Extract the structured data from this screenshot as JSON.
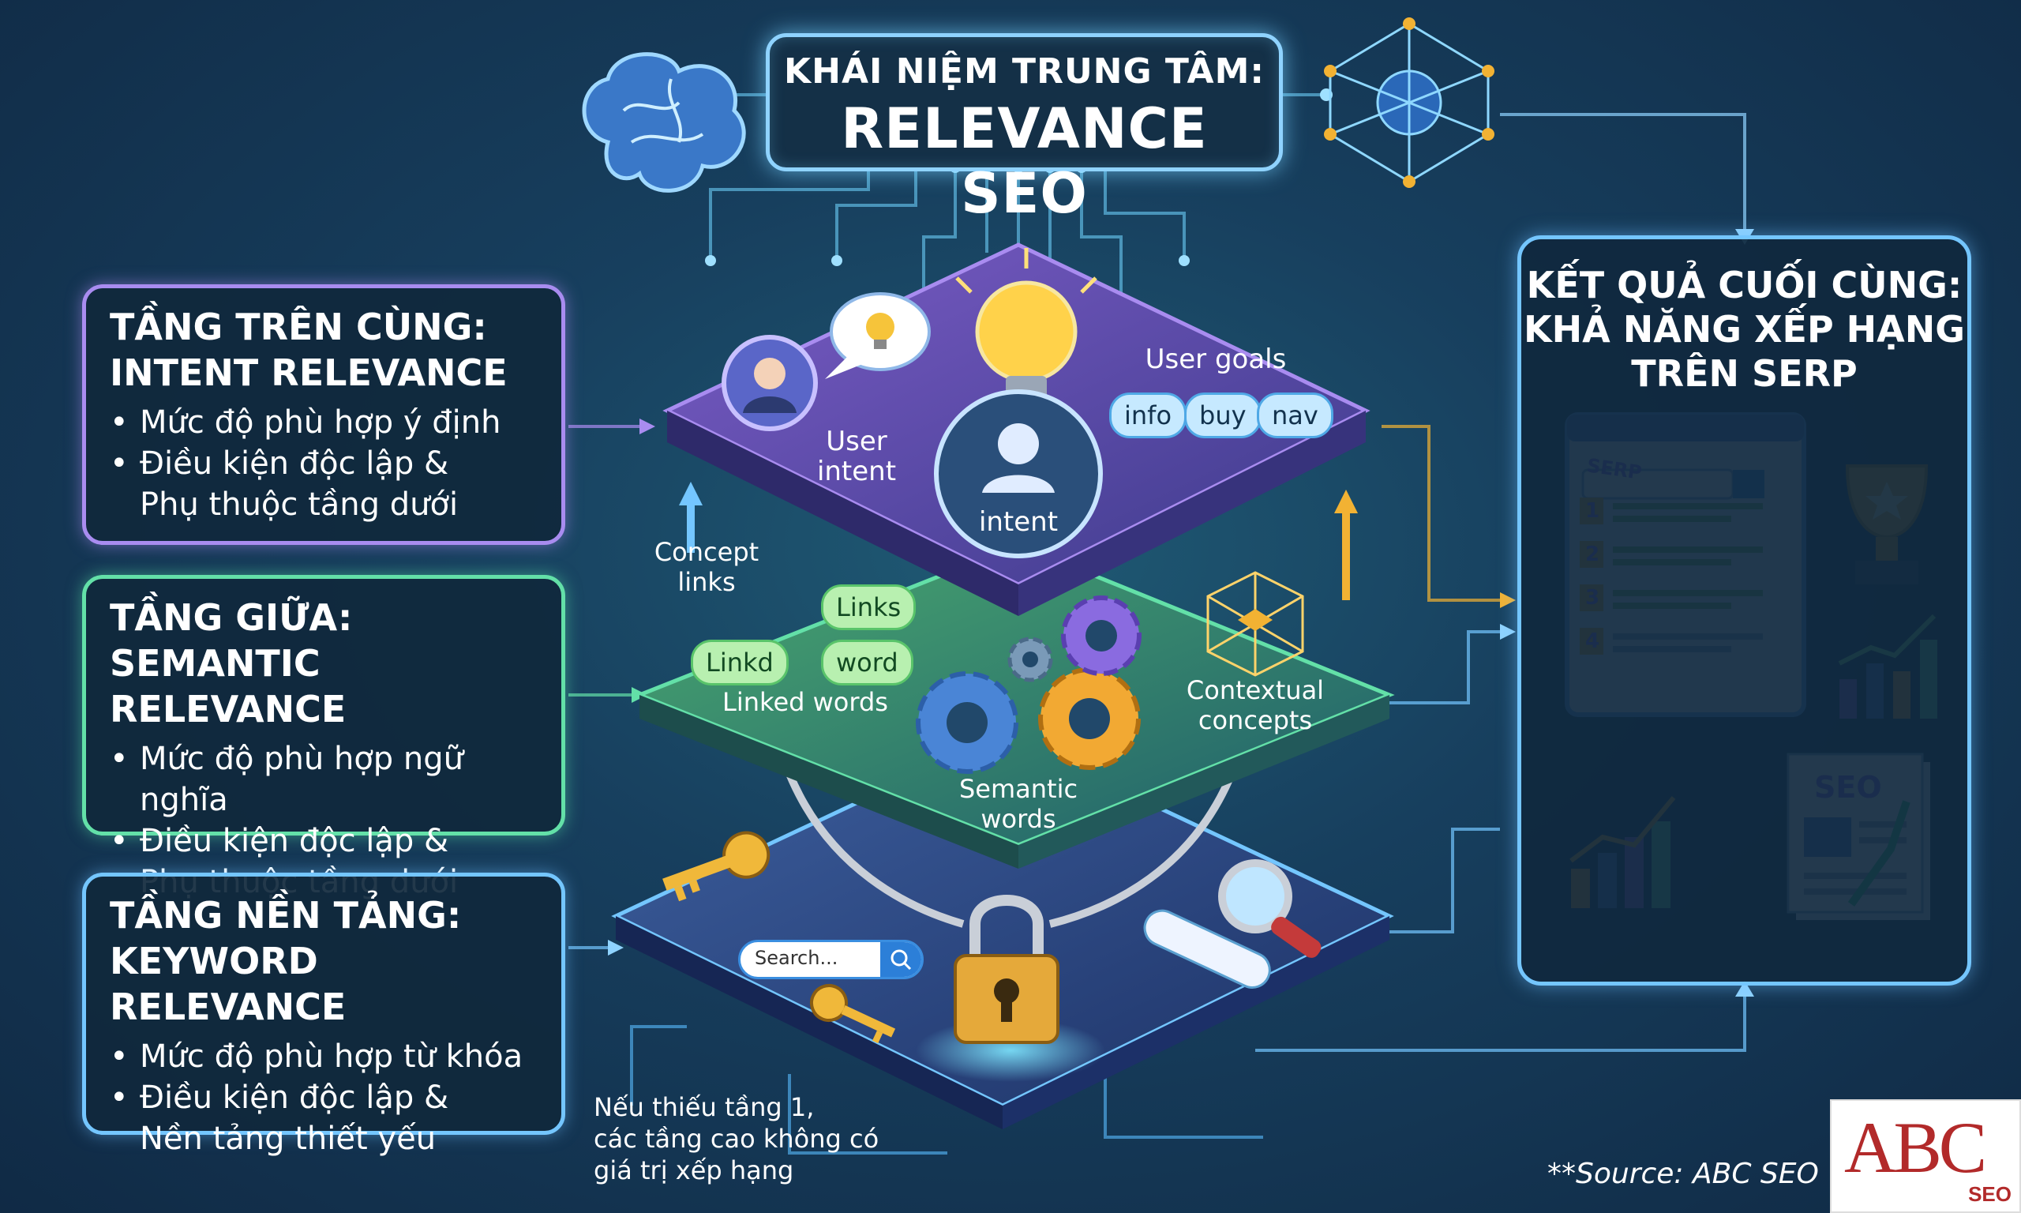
{
  "title": {
    "line1": "KHÁI NIỆM TRUNG TÂM:",
    "line2": "RELEVANCE SEO"
  },
  "panels": {
    "top": {
      "title1": "TẦNG TRÊN CÙNG:",
      "title2": "INTENT RELEVANCE",
      "b1": "Mức độ phù hợp ý định",
      "b2": "Điều kiện độc lập &",
      "b3": "Phụ thuộc tầng dưới"
    },
    "middle": {
      "title1": "TẦNG GIỮA:",
      "title2": "SEMANTIC RELEVANCE",
      "b1": "Mức độ phù hợp ngữ nghĩa",
      "b2": "Điều kiện độc lập &",
      "b3": "Phụ thuộc tầng dưới"
    },
    "bottom": {
      "title1": "TẦNG NỀN TẢNG:",
      "title2": "KEYWORD RELEVANCE",
      "b1": "Mức độ phù hợp từ khóa",
      "b2": "Điều kiện độc lập &",
      "b3": "Nền tảng thiết yếu"
    }
  },
  "result": {
    "line1": "KẾT QUẢ CUỐI CÙNG:",
    "line2": "KHẢ NĂNG XẾP HẠNG",
    "line3": "TRÊN SERP",
    "serp_label": "SERP",
    "ranks": [
      "1",
      "2",
      "3",
      "4"
    ],
    "doc_label": "SEO"
  },
  "diagram": {
    "user_intent": "User\nintent",
    "intent": "intent",
    "user_goals": "User goals",
    "goal_info": "info",
    "goal_buy": "buy",
    "goal_nav": "nav",
    "concept_links": "Concept\nlinks",
    "links": "Links",
    "linkd": "Linkd",
    "word": "word",
    "linked_words": "Linked words",
    "contextual_concepts": "Contextual\nconcepts",
    "semantic_words": "Semantic\nwords",
    "search_placeholder": "Search..."
  },
  "note": {
    "line1": "Nếu thiếu tầng 1,",
    "line2": "các tầng cao không có",
    "line3": "giá trị xếp hạng"
  },
  "source": "**Source: ABC SEO",
  "logo": {
    "main": "ABC",
    "sub": "SEO"
  },
  "colors": {
    "top_layer": "#a98cf0",
    "middle_layer": "#63e0a8",
    "bottom_layer": "#74c6ff",
    "accent_gold": "#f2b233"
  }
}
